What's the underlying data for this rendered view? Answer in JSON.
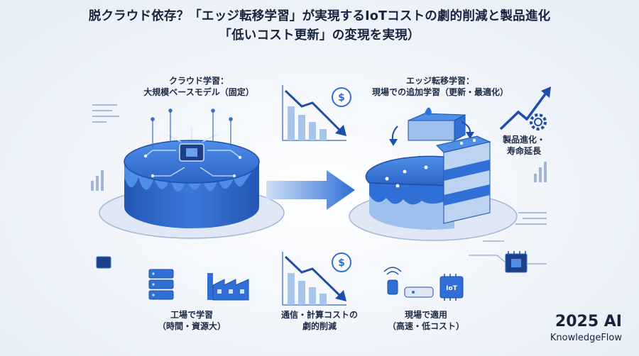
{
  "title": {
    "line1": "脱クラウド依存？「エッジ転移学習」が実現するIoTコストの劇的削減と製品進化",
    "line2": "「低いコスト更新」の変現を実現）"
  },
  "labels": {
    "cloud_1": "クラウド学習：",
    "cloud_2": "大規模ベースモデル（固定）",
    "edge_1": "エッジ転移学習：",
    "edge_2": "現場での追加学習（更新・最適化）",
    "evolve_1": "製品進化・",
    "evolve_2": "寿命延長",
    "factory_1": "工場で学習",
    "factory_2": "（時間・資源大）",
    "cost_1": "通信・計算コストの",
    "cost_2": "劇的削減",
    "apply_1": "現場で適用",
    "apply_2": "（高速・低コスト）",
    "iot_tag": "IoT"
  },
  "brand": {
    "year": "2025 AI",
    "name": "KnowledgeFlow"
  },
  "icons": [
    "chip-icon",
    "server-icon",
    "factory-icon",
    "dollar-icon",
    "gear-icon",
    "trend-down-chart-icon",
    "trend-up-arrow-icon",
    "sensor-icon"
  ],
  "colors": {
    "primary": "#2f6fd6",
    "dark": "#1d4fa8",
    "light": "#bcd3f2",
    "ink": "#17233d"
  }
}
